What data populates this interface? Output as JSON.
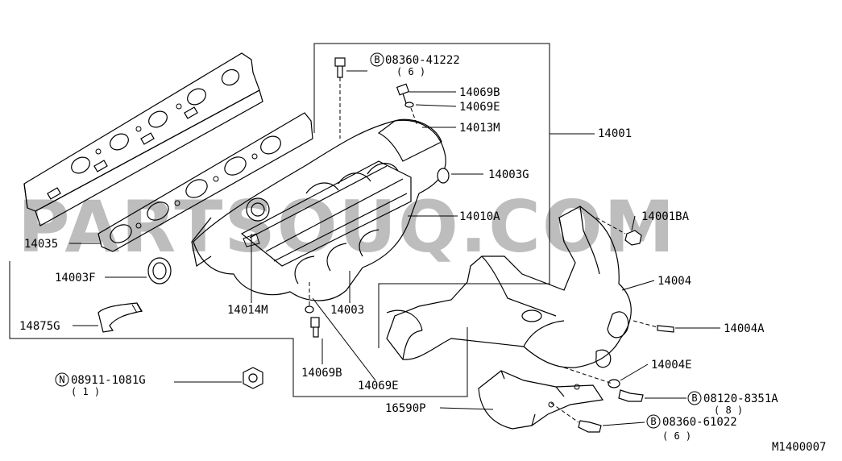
{
  "watermark": "PARTSOUQ.COM",
  "diagram_code": "M1400007",
  "labels": {
    "bolt_top": "08360-41222",
    "bolt_top_qty": "( 6 )",
    "p14069B_top": "14069B",
    "p14069E_top": "14069E",
    "p14013M": "14013M",
    "p14001": "14001",
    "p14003G": "14003G",
    "p14010A": "14010A",
    "p14001BA": "14001BA",
    "p14035": "14035",
    "p14003F": "14003F",
    "p14004": "14004",
    "p14014M": "14014M",
    "p14003": "14003",
    "p14875G": "14875G",
    "p14004A": "14004A",
    "p14004E": "14004E",
    "p14069B_bot": "14069B",
    "p14069E_bot": "14069E",
    "nut": "08911-1081G",
    "nut_qty": "( 1 )",
    "bolt_8": "08120-8351A",
    "bolt_8_qty": "( 8 )",
    "p16590P": "16590P",
    "bolt_bot": "08360-61022",
    "bolt_bot_qty": "( 6 )"
  },
  "markers": {
    "b": "B",
    "n": "N"
  }
}
